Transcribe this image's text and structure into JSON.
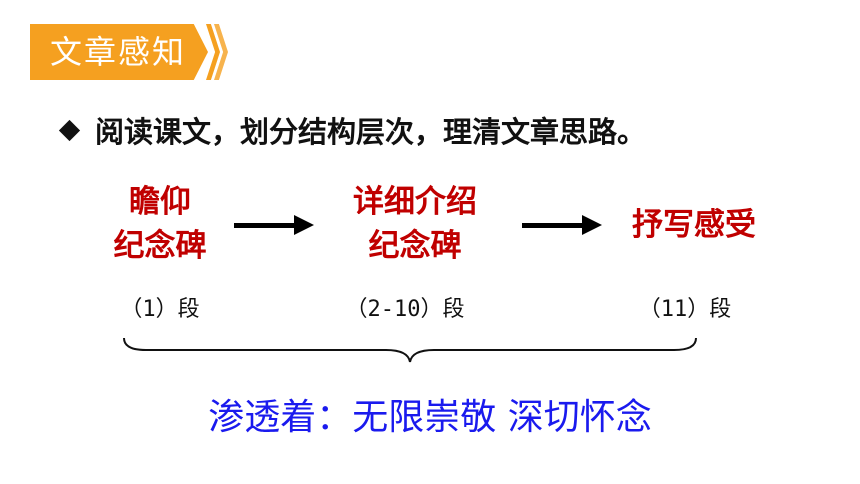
{
  "section_title": "文章感知",
  "instruction": "阅读课文，划分结构层次，理清文章思路。",
  "stages": [
    {
      "line1": "瞻仰",
      "line2": "纪念碑",
      "paragraphs": "（1）段"
    },
    {
      "line1": "详细介绍",
      "line2": "纪念碑",
      "paragraphs": "（2-10）段"
    },
    {
      "line1": "抒写感受",
      "paragraphs": "（11）段"
    }
  ],
  "summary": "渗透着：无限崇敬 深切怀念",
  "icons": {
    "bullet": "diamond-icon",
    "flow": "right-arrow-icon",
    "group": "curly-brace-icon"
  },
  "colors": {
    "banner": "#f5a020",
    "stage_text": "#c00000",
    "summary_text": "#1a1aee",
    "body_text": "#111111"
  }
}
